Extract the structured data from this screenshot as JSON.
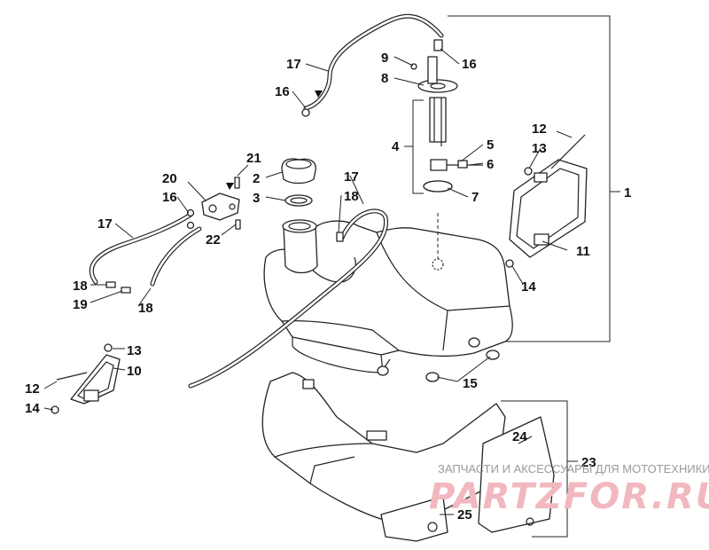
{
  "callouts": {
    "c1": "1",
    "c2": "2",
    "c3": "3",
    "c4": "4",
    "c5": "5",
    "c6": "6",
    "c7": "7",
    "c8": "8",
    "c9": "9",
    "c10": "10",
    "c11": "11",
    "c12a": "12",
    "c12b": "12",
    "c13a": "13",
    "c13b": "13",
    "c14a": "14",
    "c14b": "14",
    "c15": "15",
    "c16a": "16",
    "c16b": "16",
    "c16c": "16",
    "c17a": "17",
    "c17b": "17",
    "c17c": "17",
    "c18a": "18",
    "c18b": "18",
    "c18c": "18",
    "c19": "19",
    "c20": "20",
    "c21": "21",
    "c22": "22",
    "c23": "23",
    "c24": "24",
    "c25": "25"
  },
  "watermark": {
    "tagline": "ЗАПЧАСТИ И АКСЕССУАРЫ ДЛЯ МОТОТЕХНИКИ",
    "logo": "PARTZFOR.RU"
  }
}
